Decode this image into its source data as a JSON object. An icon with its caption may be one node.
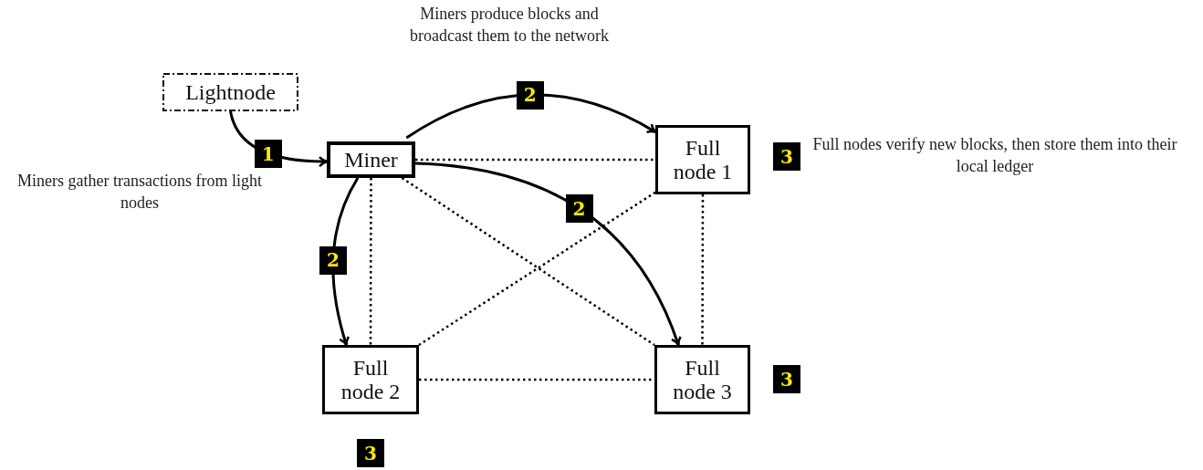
{
  "diagram": {
    "nodes": [
      {
        "text": [
          "Lightnode"
        ]
      },
      {
        "text": [
          "Miner"
        ]
      },
      {
        "text": [
          "Full node 1"
        ]
      },
      {
        "text": [
          "Full node 2"
        ]
      },
      {
        "text": [
          "Full node 3"
        ]
      }
    ],
    "edges": [
      {
        "from": 0,
        "to": 1,
        "arrow": "to",
        "label": "1"
      },
      {
        "from": 1,
        "to": 2,
        "arrow": "to",
        "label": "2"
      },
      {
        "from": 1,
        "to": 3,
        "arrow": "to",
        "label": "2"
      },
      {
        "from": 1,
        "to": 4,
        "arrow": "to",
        "label": "2"
      },
      {
        "from": 1,
        "to": 2,
        "arrow": "none",
        "style": "dashed"
      },
      {
        "from": 1,
        "to": 3,
        "arrow": "none",
        "style": "dashed"
      },
      {
        "from": 1,
        "to": 4,
        "arrow": "none",
        "style": "dashed"
      },
      {
        "from": 2,
        "to": 3,
        "arrow": "none",
        "style": "dashed"
      },
      {
        "from": 2,
        "to": 4,
        "arrow": "none",
        "style": "dashed"
      },
      {
        "from": 3,
        "to": 4,
        "arrow": "none",
        "style": "dashed"
      }
    ],
    "labels": [
      "Miners produce blocks and broadcast them to the network",
      "3",
      "Full nodes verify new blocks, then store them into their local ledger",
      "Miners gather transactions from light nodes",
      "3",
      "3"
    ]
  }
}
